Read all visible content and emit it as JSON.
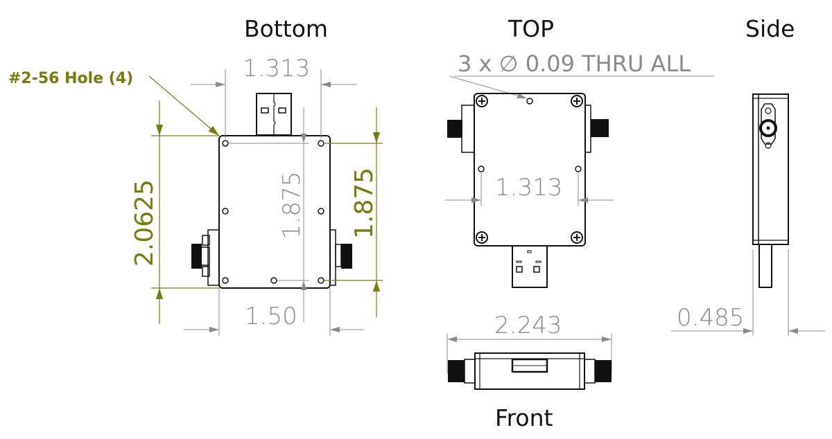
{
  "views": {
    "bottom": {
      "title": "Bottom",
      "callout": "#2-56 Hole (4)",
      "dims": {
        "top_width": "1.313",
        "bottom_width": "1.50",
        "overall_height": "2.0625",
        "inner_height": "1.875",
        "right_height": "1.875"
      }
    },
    "top": {
      "title": "TOP",
      "note": "3 x ∅ 0.09 THRU ALL",
      "dims": {
        "hole_spacing": "1.313"
      }
    },
    "side": {
      "title": "Side",
      "dims": {
        "thickness": "0.485"
      }
    },
    "front": {
      "title": "Front",
      "dims": {
        "overall_length": "2.243"
      }
    }
  },
  "colors": {
    "dimension_gray": "#8a8a8a",
    "dimension_olive": "#7a7a10",
    "outline": "#111111"
  }
}
